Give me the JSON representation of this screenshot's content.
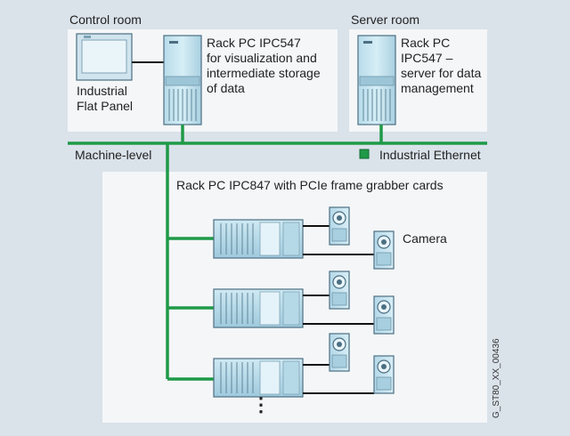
{
  "control_room": {
    "title": "Control room",
    "panel_label_line1": "Industrial",
    "panel_label_line2": "Flat Panel",
    "pc_label_line1": "Rack PC IPC547",
    "pc_label_line2": "for visualization and",
    "pc_label_line3": "intermediate storage",
    "pc_label_line4": "of data"
  },
  "server_room": {
    "title": "Server room",
    "pc_label_line1": "Rack PC",
    "pc_label_line2": "IPC547 –",
    "pc_label_line3": "server for data",
    "pc_label_line4": "management"
  },
  "network": {
    "left_label": "Machine-level",
    "right_label": "Industrial Ethernet",
    "color": "#1f9a48"
  },
  "machine": {
    "title": "Rack PC IPC847 with PCIe frame grabber cards",
    "camera_label": "Camera",
    "more_indicator": "⋮"
  },
  "figure_id": "G_ST80_XX_00436"
}
